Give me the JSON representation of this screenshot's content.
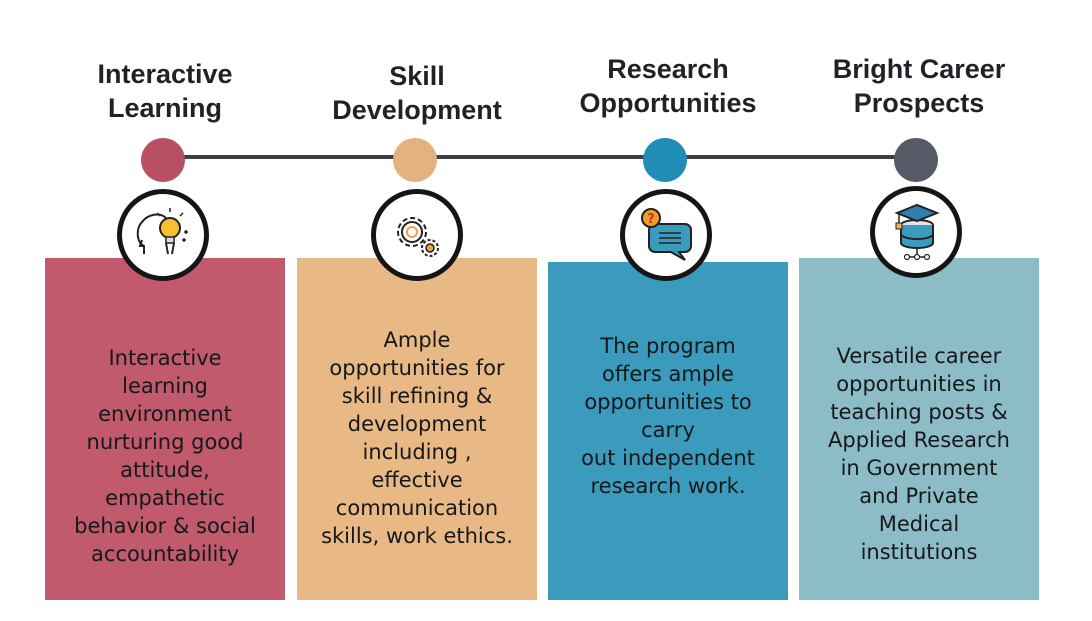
{
  "columns": [
    {
      "title_lines": [
        "Interactive",
        "Learning"
      ],
      "color": "#c05a6c",
      "icon": "idea-head-icon",
      "text_lines": [
        "Interactive",
        "learning",
        "environment",
        "nurturing good",
        "attitude,",
        "empathetic",
        "behavior & social",
        "accountability"
      ]
    },
    {
      "title_lines": [
        "Skill",
        "Development"
      ],
      "color": "#e8b885",
      "icon": "gears-icon",
      "text_lines": [
        "Ample",
        "opportunities for",
        "skill refining &",
        "development",
        "including ,",
        "effective",
        "communication",
        "skills, work ethics."
      ]
    },
    {
      "title_lines": [
        "Research",
        "Opportunities"
      ],
      "color": "#3a9bbd",
      "icon": "question-chat-icon",
      "text_lines": [
        "The program",
        "offers ample",
        "opportunities to",
        "carry",
        "out independent",
        "research work."
      ]
    },
    {
      "title_lines": [
        "Bright Career",
        "Prospects"
      ],
      "color": "#8cbcc6",
      "icon": "graduation-database-icon",
      "text_lines": [
        "Versatile career",
        "opportunities in",
        "teaching posts &",
        "Applied Research",
        "in Government",
        "and Private",
        "Medical",
        "institutions"
      ]
    }
  ],
  "dot_colors": [
    "#b94f62",
    "#e4b27f",
    "#1f8db8",
    "#555a66"
  ]
}
